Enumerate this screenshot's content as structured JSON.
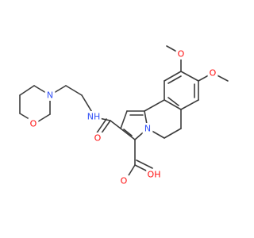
{
  "structure": {
    "atoms": [
      {
        "id": "morph_o",
        "symbol": "O",
        "color": "#ff0d0d"
      },
      {
        "id": "morph_n",
        "symbol": "N",
        "color": "#3050f8"
      },
      {
        "id": "amide_n",
        "symbol": "N",
        "color": "#3050f8",
        "label": "NH"
      },
      {
        "id": "amide_o",
        "symbol": "O",
        "color": "#ff0d0d"
      },
      {
        "id": "ring_n",
        "symbol": "N",
        "color": "#3050f8"
      },
      {
        "id": "acid_o",
        "symbol": "O",
        "color": "#ff0d0d"
      },
      {
        "id": "acid_oh",
        "symbol": "O",
        "color": "#ff0d0d",
        "label": "OH"
      },
      {
        "id": "methoxy_o1",
        "symbol": "O",
        "color": "#ff0d0d"
      },
      {
        "id": "methoxy_o2",
        "symbol": "O",
        "color": "#ff0d0d"
      }
    ]
  }
}
